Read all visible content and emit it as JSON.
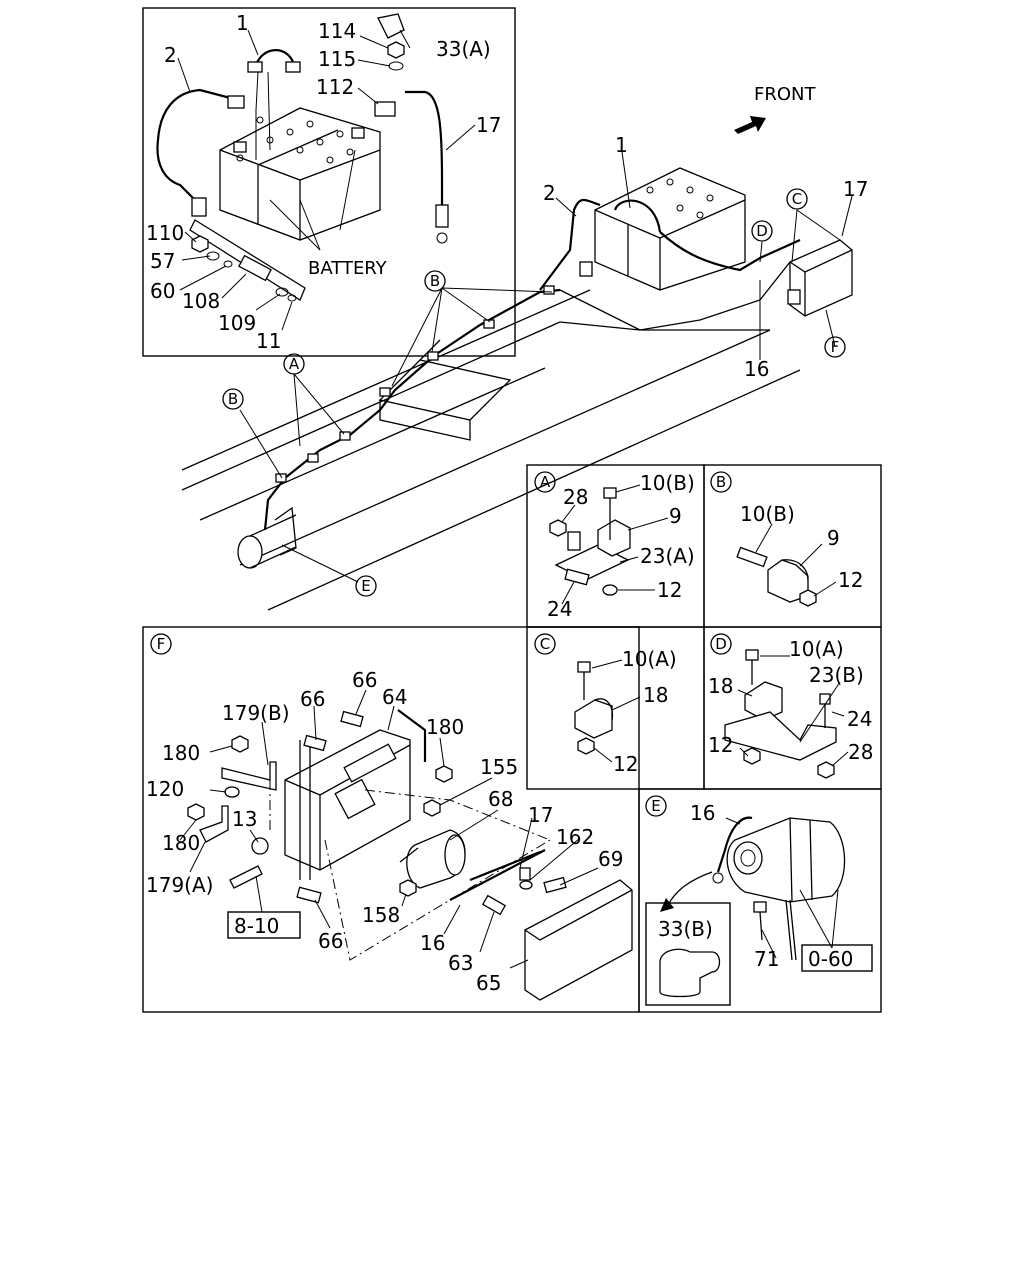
{
  "labels": {
    "front": "FRONT",
    "battery": "BATTERY",
    "l1": "1",
    "l2": "2",
    "l114": "114",
    "l115": "115",
    "l112": "112",
    "l33a": "33(A)",
    "l17": "17",
    "l110": "110",
    "l57": "57",
    "l60": "60",
    "l108": "108",
    "l109": "109",
    "l11": "11",
    "m1": "1",
    "m2": "2",
    "m17": "17",
    "m16": "16",
    "a28": "28",
    "a10b": "10(B)",
    "a9": "9",
    "a23a": "23(A)",
    "a12": "12",
    "a24": "24",
    "b10b": "10(B)",
    "b9": "9",
    "b12": "12",
    "c10a": "10(A)",
    "c18": "18",
    "c12": "12",
    "d10a": "10(A)",
    "d18": "18",
    "d23b": "23(B)",
    "d24": "24",
    "d12": "12",
    "d28": "28",
    "f66a": "66",
    "f66b": "66",
    "f64": "64",
    "f179b": "179(B)",
    "f180a": "180",
    "f180b": "180",
    "f180c": "180",
    "f120": "120",
    "f155": "155",
    "f68": "68",
    "f17": "17",
    "f162": "162",
    "f13": "13",
    "f69": "69",
    "f179a": "179(A)",
    "f158": "158",
    "f810": "8-10",
    "f66c": "66",
    "f16": "16",
    "f63": "63",
    "f65": "65",
    "e16": "16",
    "e33b": "33(B)",
    "e71": "71",
    "e060": "0-60"
  },
  "callouts": {
    "A": "A",
    "B": "B",
    "C": "C",
    "D": "D",
    "E": "E",
    "F": "F"
  }
}
